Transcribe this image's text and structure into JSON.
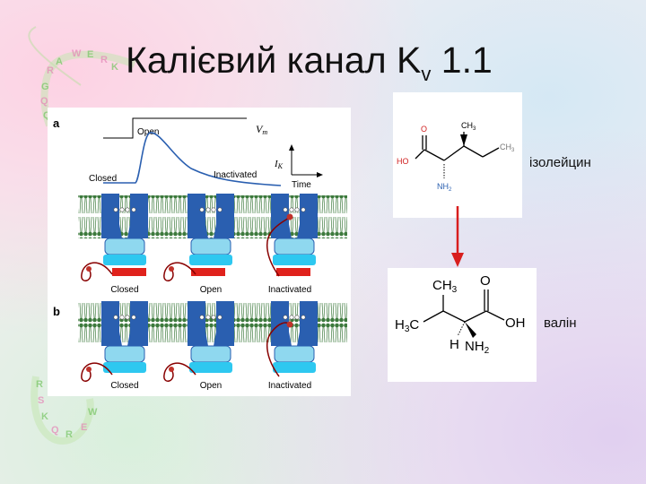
{
  "slide": {
    "title_main": "Калієвий канал K",
    "title_sub": "v",
    "title_end": " 1.1"
  },
  "figure": {
    "label_a": "a",
    "label_b": "b",
    "open": "Open",
    "closed": "Closed",
    "inactivated": "Inactivated",
    "vm": "V",
    "vm_sub": "m",
    "ik": "I",
    "ik_sub": "K",
    "time": "Time",
    "row_a_labels": [
      "Closed",
      "Open",
      "Inactivated"
    ],
    "row_b_labels": [
      "Closed",
      "Open",
      "Inactivated"
    ]
  },
  "isoleucine": {
    "name": "ізолейцин",
    "O": "O",
    "HO": "HO",
    "CH": "CH",
    "sub3": "3",
    "N": "NH",
    "sub2": "2"
  },
  "valine": {
    "name": "валін",
    "CH3": "CH",
    "sub3": "3",
    "O": "O",
    "H3C_H": "H",
    "H3C_C": "C",
    "OH": "OH",
    "H": "H",
    "NH2": "NH",
    "sub2": "2"
  },
  "colors": {
    "channel_blue": "#2a5fb0",
    "cyan": "#2ec8f0",
    "red_block": "#e0221c",
    "arrow_red": "#d81e1e",
    "membrane": "#3d7a3d",
    "hetero_red": "#d02020"
  }
}
